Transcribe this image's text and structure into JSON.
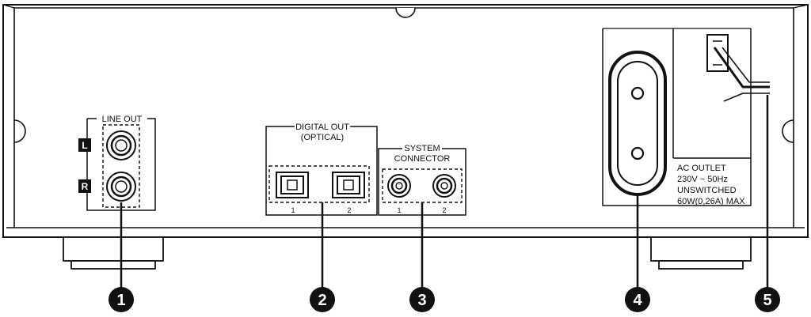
{
  "panel": {
    "line_out": {
      "title": "LINE OUT",
      "left_badge": "L",
      "right_badge": "R"
    },
    "digital_out": {
      "title_line1": "DIGITAL OUT",
      "title_line2": "(OPTICAL)",
      "port1_label": "1",
      "port2_label": "2"
    },
    "system_connector": {
      "title_line1": "SYSTEM",
      "title_line2": "CONNECTOR",
      "port1_label": "1",
      "port2_label": "2"
    },
    "ac_outlet": {
      "line1": "AC OUTLET",
      "line2": "230V ~   50Hz",
      "line3": "UNSWITCHED",
      "line4": "60W(0,26A) MAX"
    }
  },
  "callouts": [
    "1",
    "2",
    "3",
    "4",
    "5"
  ]
}
